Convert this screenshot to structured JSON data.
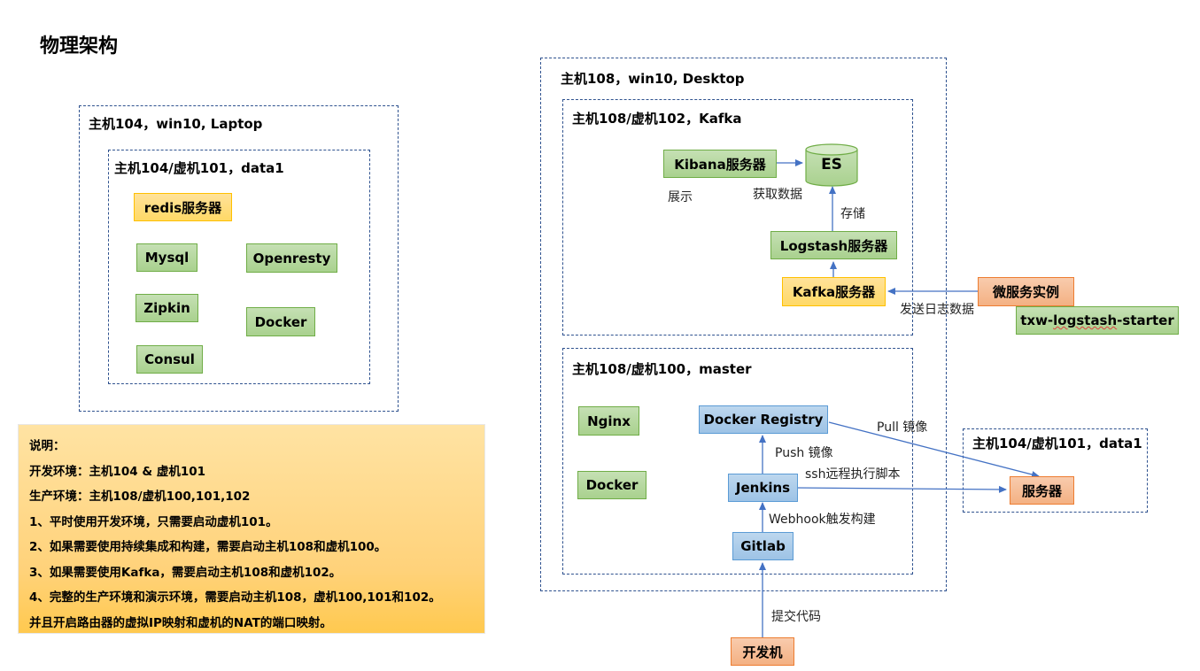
{
  "title": "物理架构",
  "frames": {
    "host104": "主机104，win10, Laptop",
    "vm101": "主机104/虚机101，data1",
    "host108": "主机108，win10, Desktop",
    "vm102": "主机108/虚机102，Kafka",
    "vm100": "主机108/虚机100，master",
    "vm101_remote": "主机104/虚机101，data1"
  },
  "vm101_services": {
    "redis": "redis服务器",
    "mysql": "Mysql",
    "openresty": "Openresty",
    "zipkin": "Zipkin",
    "docker": "Docker",
    "consul": "Consul"
  },
  "vm102_services": {
    "kibana": "Kibana服务器",
    "es": "ES",
    "logstash": "Logstash服务器",
    "kafka": "Kafka服务器"
  },
  "vm100_services": {
    "nginx": "Nginx",
    "docker": "Docker",
    "registry": "Docker Registry",
    "jenkins": "Jenkins",
    "gitlab": "Gitlab"
  },
  "external": {
    "microservice": "微服务实例",
    "starter_prefix": "txw-",
    "starter_mid": "logstash",
    "starter_suffix": "-starter",
    "server": "服务器",
    "dev_machine": "开发机"
  },
  "edge_labels": {
    "show": "展示",
    "fetch": "获取数据",
    "store": "存储",
    "send_logs": "发送日志数据",
    "pull": "Pull 镜像",
    "push": "Push 镜像",
    "ssh": "ssh远程执行脚本",
    "webhook": "Webhook触发构建",
    "commit": "提交代码"
  },
  "notes": {
    "heading": "说明：",
    "lines": [
      "开发环境：主机104 & 虚机101",
      "生产环境：主机108/虚机100,101,102",
      "1、平时使用开发环境，只需要启动虚机101。",
      "2、如果需要使用持续集成和构建，需要启动主机108和虚机100。",
      "3、如果需要使用Kafka，需要启动主机108和虚机102。",
      "4、完整的生产环境和演示环境，需要启动主机108，虚机100,101和102。",
      "并且开启路由器的虚拟IP映射和虚机的NAT的端口映射。"
    ]
  },
  "colors": {
    "frame_border": "#2F528F",
    "arrow": "#4472C4",
    "green_fill": "#A9D18E",
    "yellow_fill": "#FFD966",
    "blue_fill": "#9DC3E6",
    "orange_fill": "#F4B183"
  }
}
